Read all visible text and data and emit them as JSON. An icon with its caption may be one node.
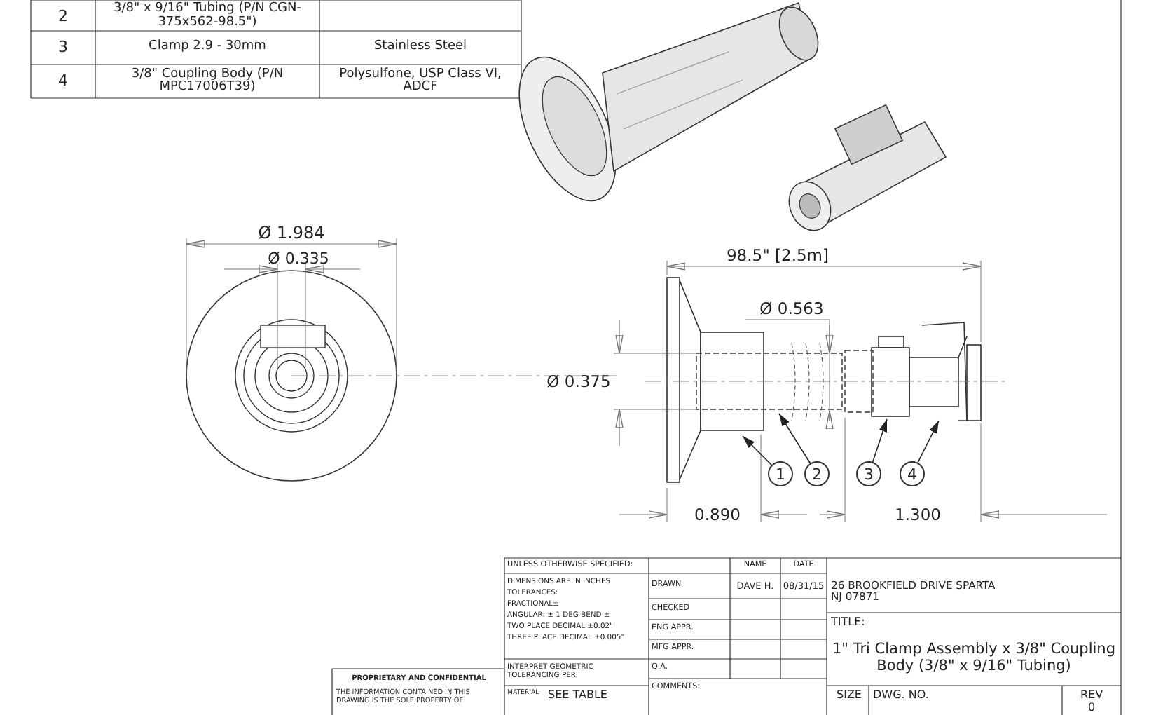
{
  "diagram": {
    "nodes": [
      {
        "text": [
          "1"
        ]
      },
      {
        "text": [
          "2"
        ]
      },
      {
        "text": [
          "3"
        ]
      },
      {
        "text": [
          "4"
        ]
      }
    ],
    "edges": [
      {
        "from": 0,
        "to": null,
        "arrow": "to"
      },
      {
        "from": 1,
        "to": null,
        "arrow": "to"
      },
      {
        "from": 2,
        "to": null,
        "arrow": "to"
      },
      {
        "from": 3,
        "to": null,
        "arrow": "to"
      }
    ],
    "labels": [
      "2",
      "3/8\" x 9/16\" Tubing (P/N CGN-375x562-98.5\")",
      "3",
      "Clamp 2.9 - 30mm",
      "Stainless Steel",
      "4",
      "3/8\" Coupling Body (P/N MPC17006T39)",
      "Polysulfone, USP Class VI, ADCF",
      "Ø 1.984",
      "Ø 0.335",
      "98.5\" [2.5m]",
      "Ø 0.563",
      "Ø 0.375",
      "0.890",
      "1.300",
      "UNLESS OTHERWISE SPECIFIED:",
      "NAME",
      "DATE",
      "DIMENSIONS ARE IN INCHES",
      "TOLERANCES:",
      "FRACTIONAL±",
      "ANGULAR: ± 1 DEG BEND ±",
      "TWO PLACE DECIMAL ±0.02\"",
      "THREE PLACE DECIMAL ±0.005\"",
      "DRAWN",
      "DAVE H.",
      "08/31/15",
      "CHECKED",
      "ENG APPR.",
      "MFG APPR.",
      "Q.A.",
      "INTERPRET GEOMETRIC TOLERANCING PER:",
      "COMMENTS:",
      "MATERIAL",
      "SEE TABLE",
      "26 BROOKFIELD DRIVE SPARTA NJ 07871",
      "TITLE:",
      "1\" Tri Clamp Assembly x 3/8\" Coupling Body (3/8\" x 9/16\" Tubing)",
      "SIZE",
      "DWG. NO.",
      "REV",
      "0",
      "PROPRIETARY AND CONFIDENTIAL",
      "THE INFORMATION CONTAINED IN THIS DRAWING IS THE SOLE PROPERTY OF"
    ]
  }
}
